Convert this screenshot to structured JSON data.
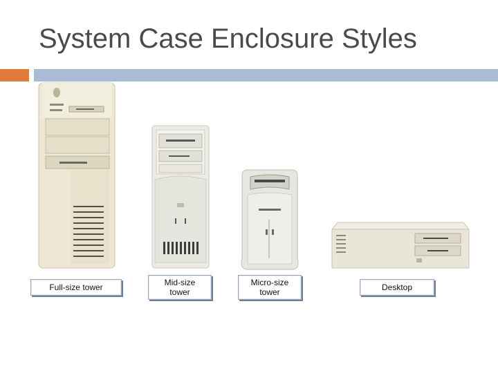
{
  "slide": {
    "title": "System Case Enclosure Styles",
    "accent_orange": "#e07b39",
    "accent_blue": "#a8bcd4"
  },
  "cases": [
    {
      "label": "Full-size tower"
    },
    {
      "label": "Mid-size\ntower"
    },
    {
      "label": "Micro-size\ntower"
    },
    {
      "label": "Desktop"
    }
  ]
}
